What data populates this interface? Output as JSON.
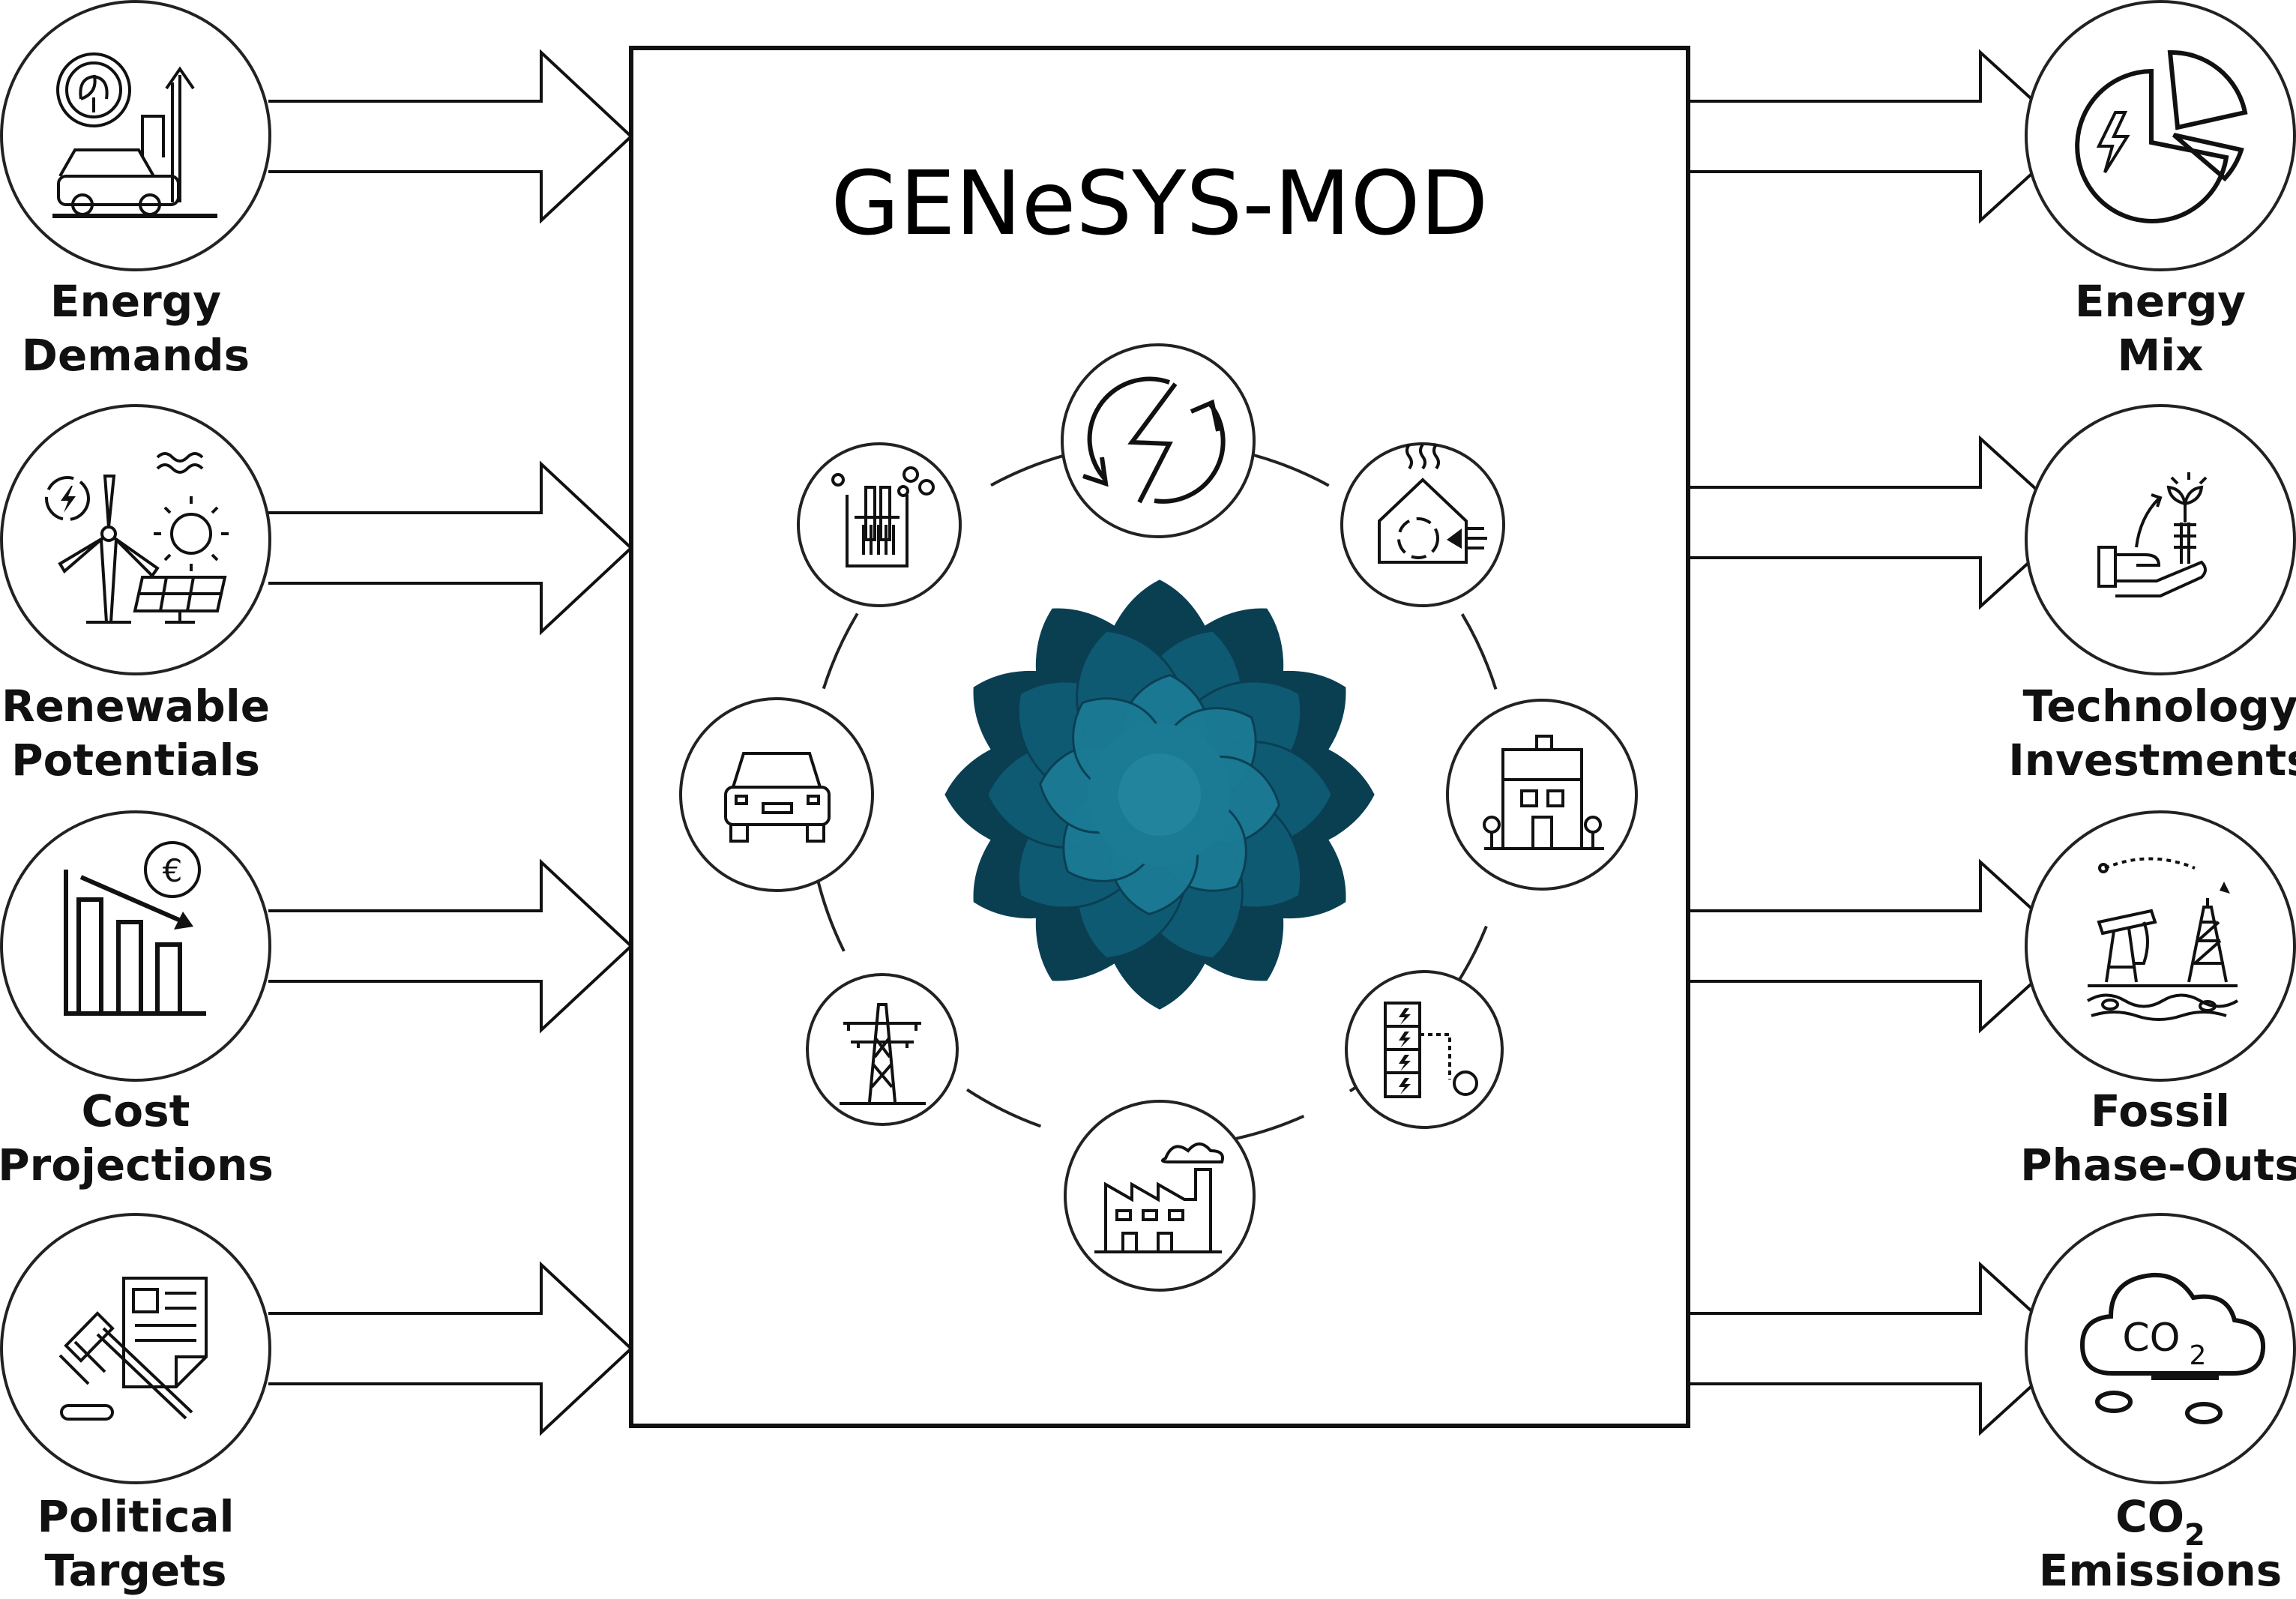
{
  "title": "GENeSYS-MOD",
  "inputs": [
    {
      "line1": "Energy",
      "line2": "Demands",
      "icon": "car-growth-icon"
    },
    {
      "line1": "Renewable",
      "line2": "Potentials",
      "icon": "wind-solar-icon"
    },
    {
      "line1": "Cost",
      "line2": "Projections",
      "icon": "cost-decline-chart-icon"
    },
    {
      "line1": "Political",
      "line2": "Targets",
      "icon": "gavel-document-icon"
    }
  ],
  "outputs": [
    {
      "line1": "Energy",
      "line2": "Mix",
      "icon": "pie-chart-energy-icon"
    },
    {
      "line1": "Technology",
      "line2": "Investments",
      "icon": "hand-plant-investment-icon"
    },
    {
      "line1": "Fossil",
      "line2": "Phase-Outs",
      "icon": "oil-pump-rig-icon"
    },
    {
      "line1": "CO",
      "sub": "2",
      "line2": "Emissions",
      "icon": "co2-cloud-icon"
    }
  ],
  "cloud_text": {
    "main": "CO",
    "sub": "2"
  },
  "sectors": [
    {
      "name": "power",
      "icon": "power-cycle-icon"
    },
    {
      "name": "buildings-heat",
      "icon": "house-heat-icon"
    },
    {
      "name": "buildings",
      "icon": "house-icon"
    },
    {
      "name": "storage",
      "icon": "battery-storage-icon"
    },
    {
      "name": "industry",
      "icon": "factory-icon"
    },
    {
      "name": "transmission",
      "icon": "transmission-tower-icon"
    },
    {
      "name": "transport",
      "icon": "car-icon"
    },
    {
      "name": "hydrogen",
      "icon": "electrolyzer-icon"
    }
  ],
  "colors": {
    "logo": "#0f5a73",
    "logo_light": "#1b7a94",
    "logo_dark": "#0a3f52",
    "stroke": "#111111"
  }
}
